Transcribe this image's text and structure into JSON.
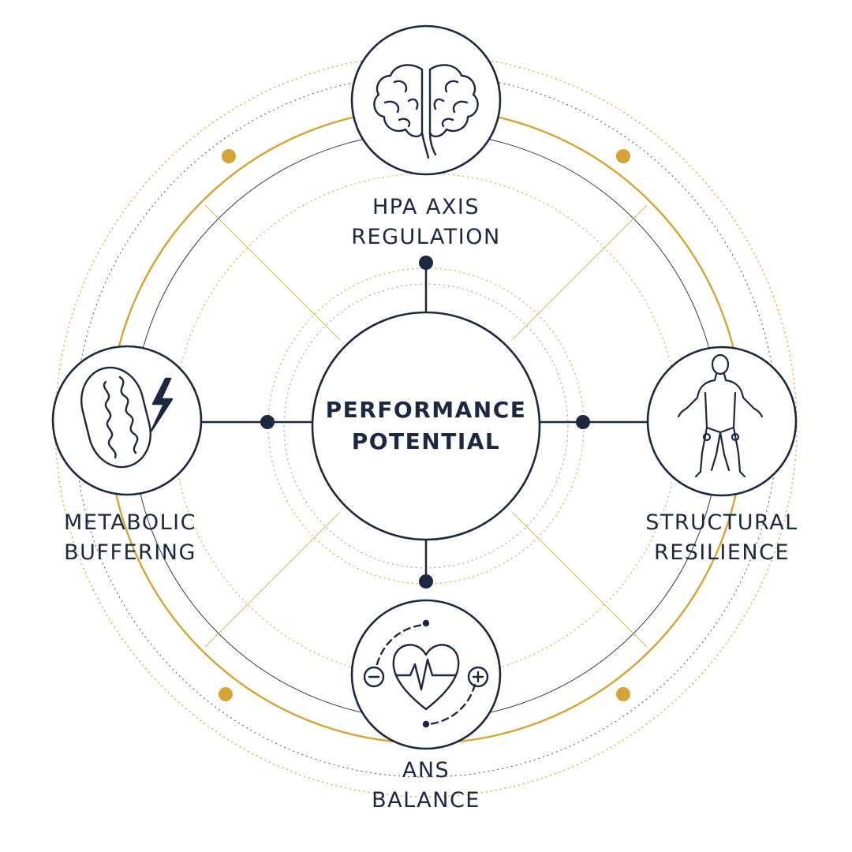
{
  "center": {
    "line1": "PERFORMANCE",
    "line2": "POTENTIAL"
  },
  "nodes": {
    "top": {
      "line1": "HPA AXIS",
      "line2": "REGULATION",
      "icon": "brain-icon"
    },
    "left": {
      "line1": "METABOLIC",
      "line2": "BUFFERING",
      "icon": "mitochondria-lightning-icon"
    },
    "right": {
      "line1": "STRUCTURAL",
      "line2": "RESILIENCE",
      "icon": "human-body-icon"
    },
    "bottom": {
      "line1": "ANS",
      "line2": "BALANCE",
      "icon": "heart-pulse-balance-icon"
    }
  },
  "colors": {
    "navy": "#1c2740",
    "gold": "#d4a437",
    "background": "#ffffff"
  }
}
